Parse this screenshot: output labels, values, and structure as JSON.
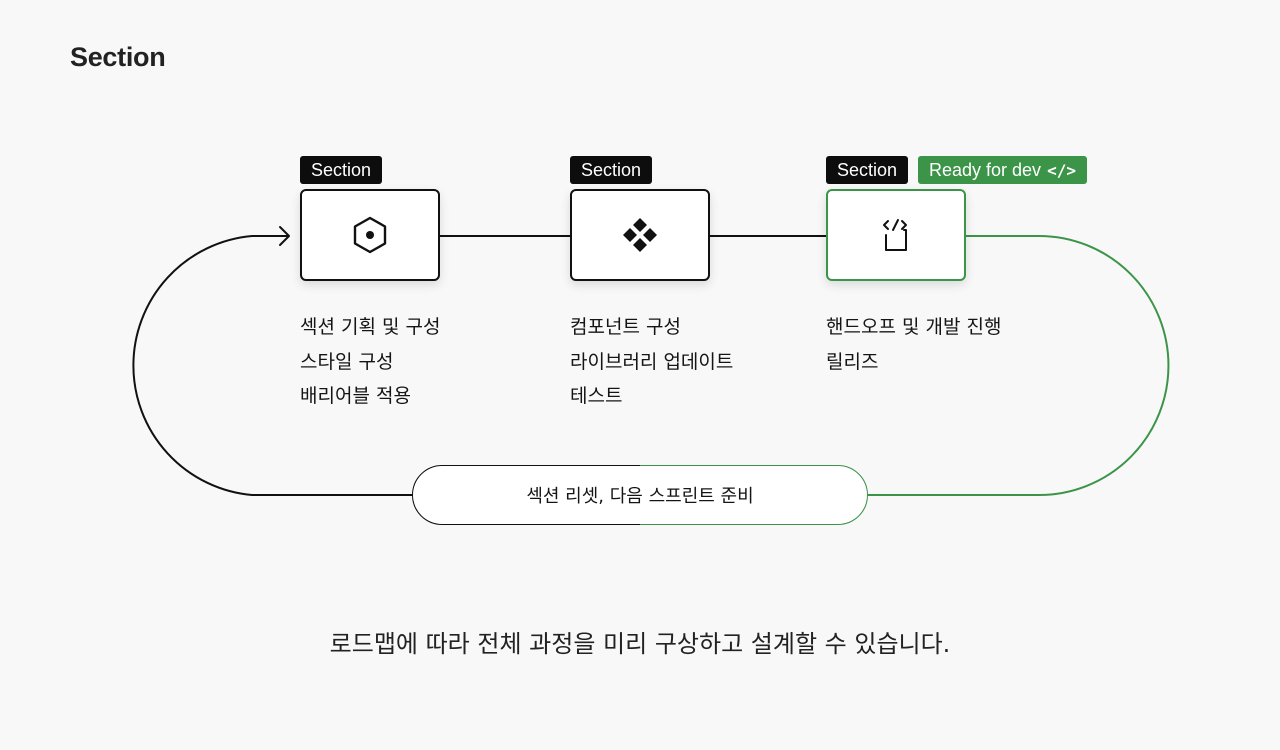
{
  "page": {
    "title": "Section",
    "caption": "로드맵에 따라 전체 과정을 미리 구상하고 설계할 수 있습니다."
  },
  "colors": {
    "background": "#f8f8f8",
    "ink": "#111111",
    "accent_green": "#3c9449",
    "card_fill": "#ffffff"
  },
  "steps": [
    {
      "tag": "Section",
      "icon": "hexagon-dot-icon",
      "items": [
        "섹션 기획 및 구성",
        "스타일 구성",
        "배리어블 적용"
      ]
    },
    {
      "tag": "Section",
      "icon": "component-diamond-icon",
      "items": [
        "컴포넌트 구성",
        "라이브러리 업데이트",
        "테스트"
      ]
    },
    {
      "tag": "Section",
      "status_tag": "Ready for dev",
      "status_icon": "code-brackets-icon",
      "icon": "dev-handoff-icon",
      "items": [
        "핸드오프 및 개발 진행",
        "릴리즈"
      ]
    }
  ],
  "loop": {
    "label": "섹션 리셋, 다음 스프린트 준비"
  }
}
